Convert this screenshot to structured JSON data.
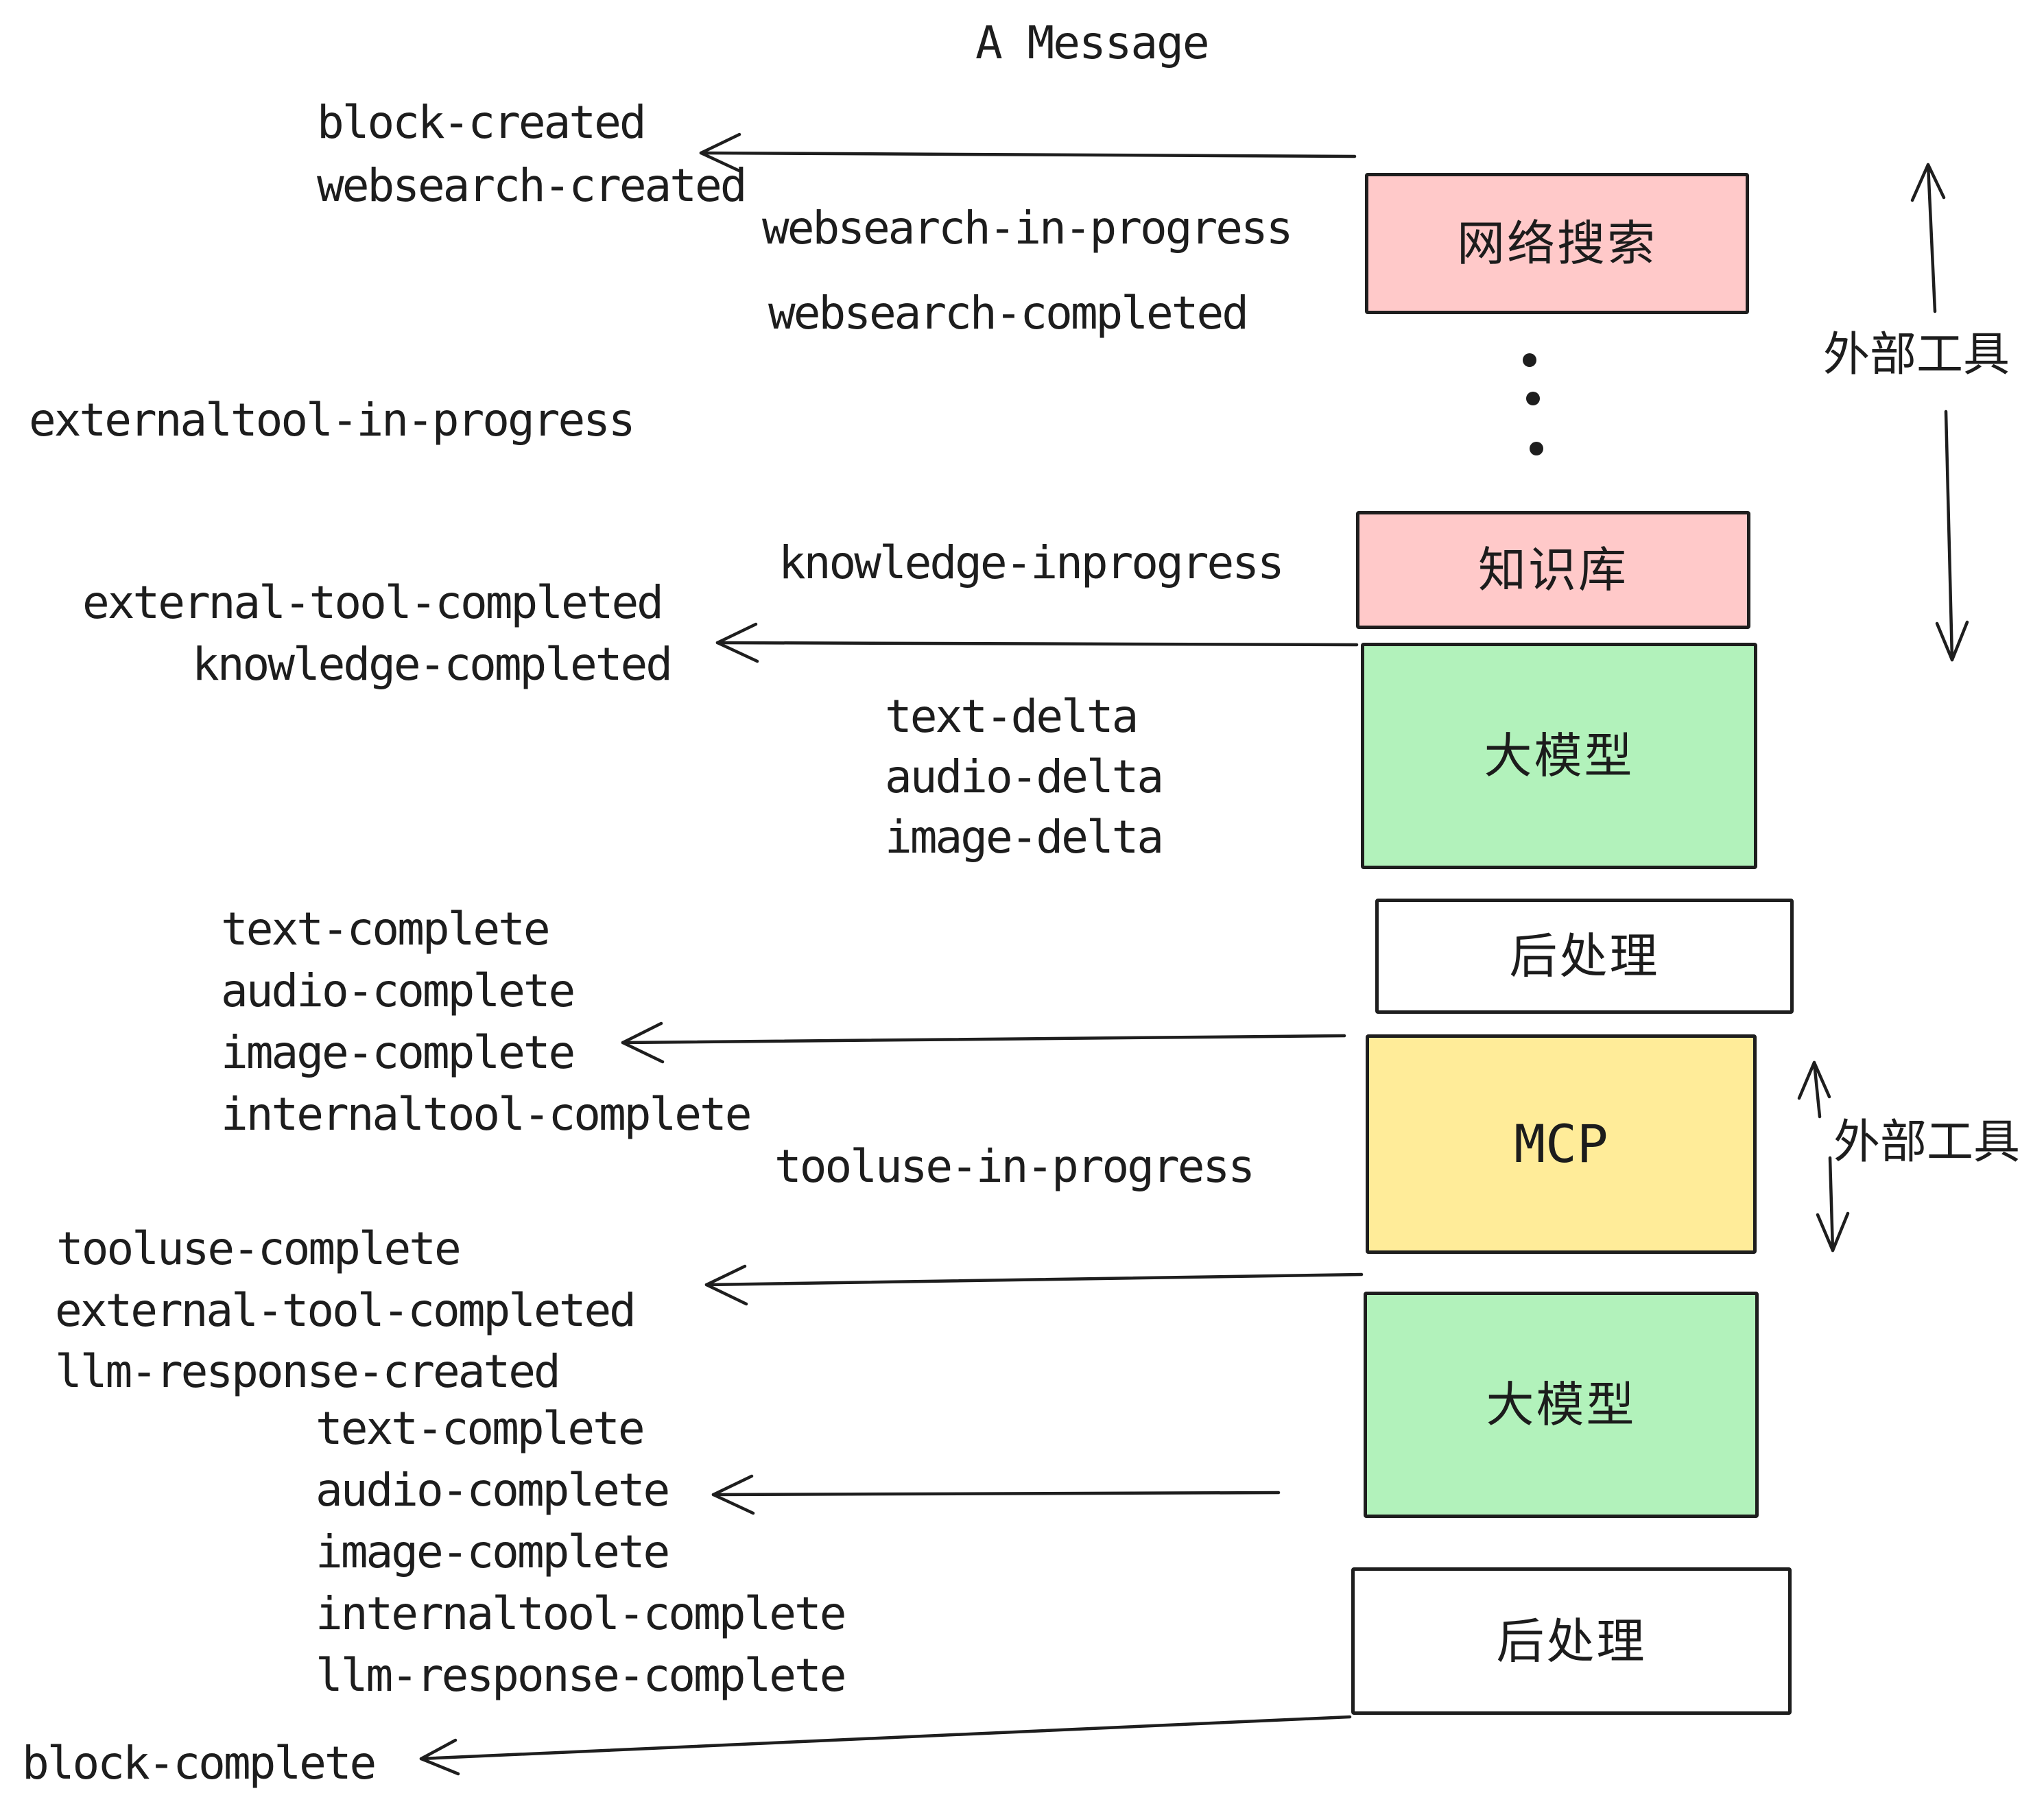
{
  "title": "A Message",
  "events": [
    "block-created",
    "websearch-created",
    "websearch-in-progress",
    "websearch-completed",
    "externaltool-in-progress",
    "knowledge-inprogress",
    "external-tool-completed",
    "knowledge-completed",
    "text-delta",
    "audio-delta",
    "image-delta",
    "text-complete",
    "audio-complete",
    "image-complete",
    "internaltool-complete",
    "tooluse-in-progress",
    "tooluse-complete",
    "external-tool-completed",
    "llm-response-created",
    "text-complete",
    "audio-complete",
    "image-complete",
    "internaltool-complete",
    "llm-response-complete",
    "block-complete"
  ],
  "boxes": [
    "网络搜索",
    "知识库",
    "大模型",
    "后处理",
    "MCP",
    "大模型",
    "后处理"
  ],
  "side_labels": [
    "外部工具",
    "外部工具"
  ],
  "colors": {
    "box_pink": "#ffc9c9",
    "box_green": "#b2f2bb",
    "box_yellow": "#ffec99",
    "box_white": "#ffffff",
    "stroke": "#1e1e1e",
    "text": "#1d1d1d",
    "background": "#ffffff"
  }
}
